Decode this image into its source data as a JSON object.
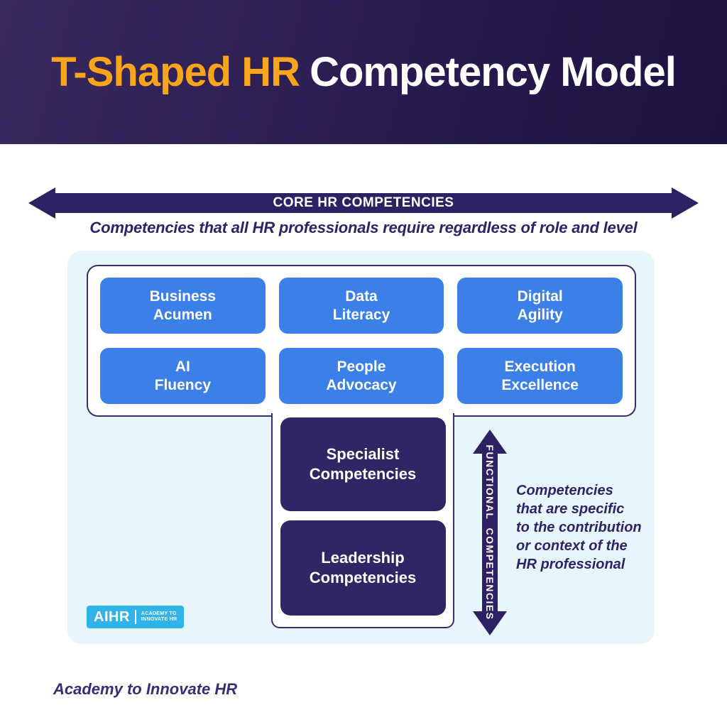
{
  "header": {
    "title_accent": "T-Shaped HR",
    "title_rest": "Competency Model"
  },
  "core": {
    "arrow_label": "CORE HR COMPETENCIES",
    "subtitle": "Competencies that all HR professionals require regardless of role and level",
    "items": [
      {
        "label": "Business\nAcumen"
      },
      {
        "label": "Data\nLiteracy"
      },
      {
        "label": "Digital\nAgility"
      },
      {
        "label": "AI\nFluency"
      },
      {
        "label": "People\nAdvocacy"
      },
      {
        "label": "Execution\nExcellence"
      }
    ]
  },
  "stem": {
    "items": [
      {
        "label": "Specialist\nCompetencies"
      },
      {
        "label": "Leadership\nCompetencies"
      }
    ]
  },
  "functional": {
    "arrow_label": "FUNCTIONAL COMPETENCIES",
    "description": "Competencies\nthat are specific\nto the contribution\nor context of the\nHR professional"
  },
  "logo": {
    "brand": "AIHR",
    "tagline": "ACADEMY TO\nINNOVATE HR"
  },
  "footer": {
    "credit": "Academy to Innovate HR"
  },
  "colors": {
    "header_gradient_start": "#38295F",
    "header_gradient_end": "#1D1240",
    "title_accent": "#F9A51B",
    "title_rest": "#FFFFFF",
    "arrow_purple": "#2E2163",
    "dark_box_purple": "#312566",
    "core_box_blue": "#3B80E8",
    "panel_light_blue": "#E7F5FC",
    "box_border_purple": "#3A2D6B",
    "logo_blue": "#2FB3E8",
    "body_text_purple": "#2E2366"
  }
}
